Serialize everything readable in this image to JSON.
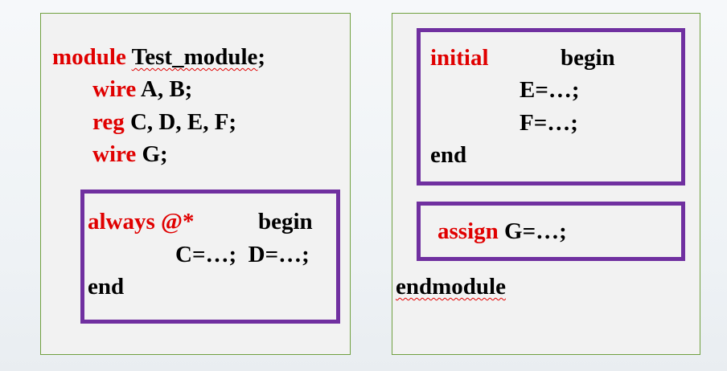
{
  "left": {
    "module_kw": "module",
    "module_name": "Test_module",
    "module_semicolon": ";",
    "decl1_kw": "wire",
    "decl1_rest": "A, B;",
    "decl2_kw": "reg",
    "decl2_rest": "C, D, E, F;",
    "decl3_kw": "wire",
    "decl3_rest": "G;",
    "always_kw": "always @*",
    "always_begin": "begin",
    "always_body": "C=…;  D=…;",
    "always_end": "end"
  },
  "right": {
    "initial_kw": "initial",
    "initial_begin": "begin",
    "initial_line1": "E=…;",
    "initial_line2": "F=…;",
    "initial_end": "end",
    "assign_kw": "assign",
    "assign_rest": "G=…;",
    "endmodule": "endmodule"
  },
  "colors": {
    "keyword": "#e00000",
    "panel_border": "#70a040",
    "box_border": "#7030a0"
  }
}
